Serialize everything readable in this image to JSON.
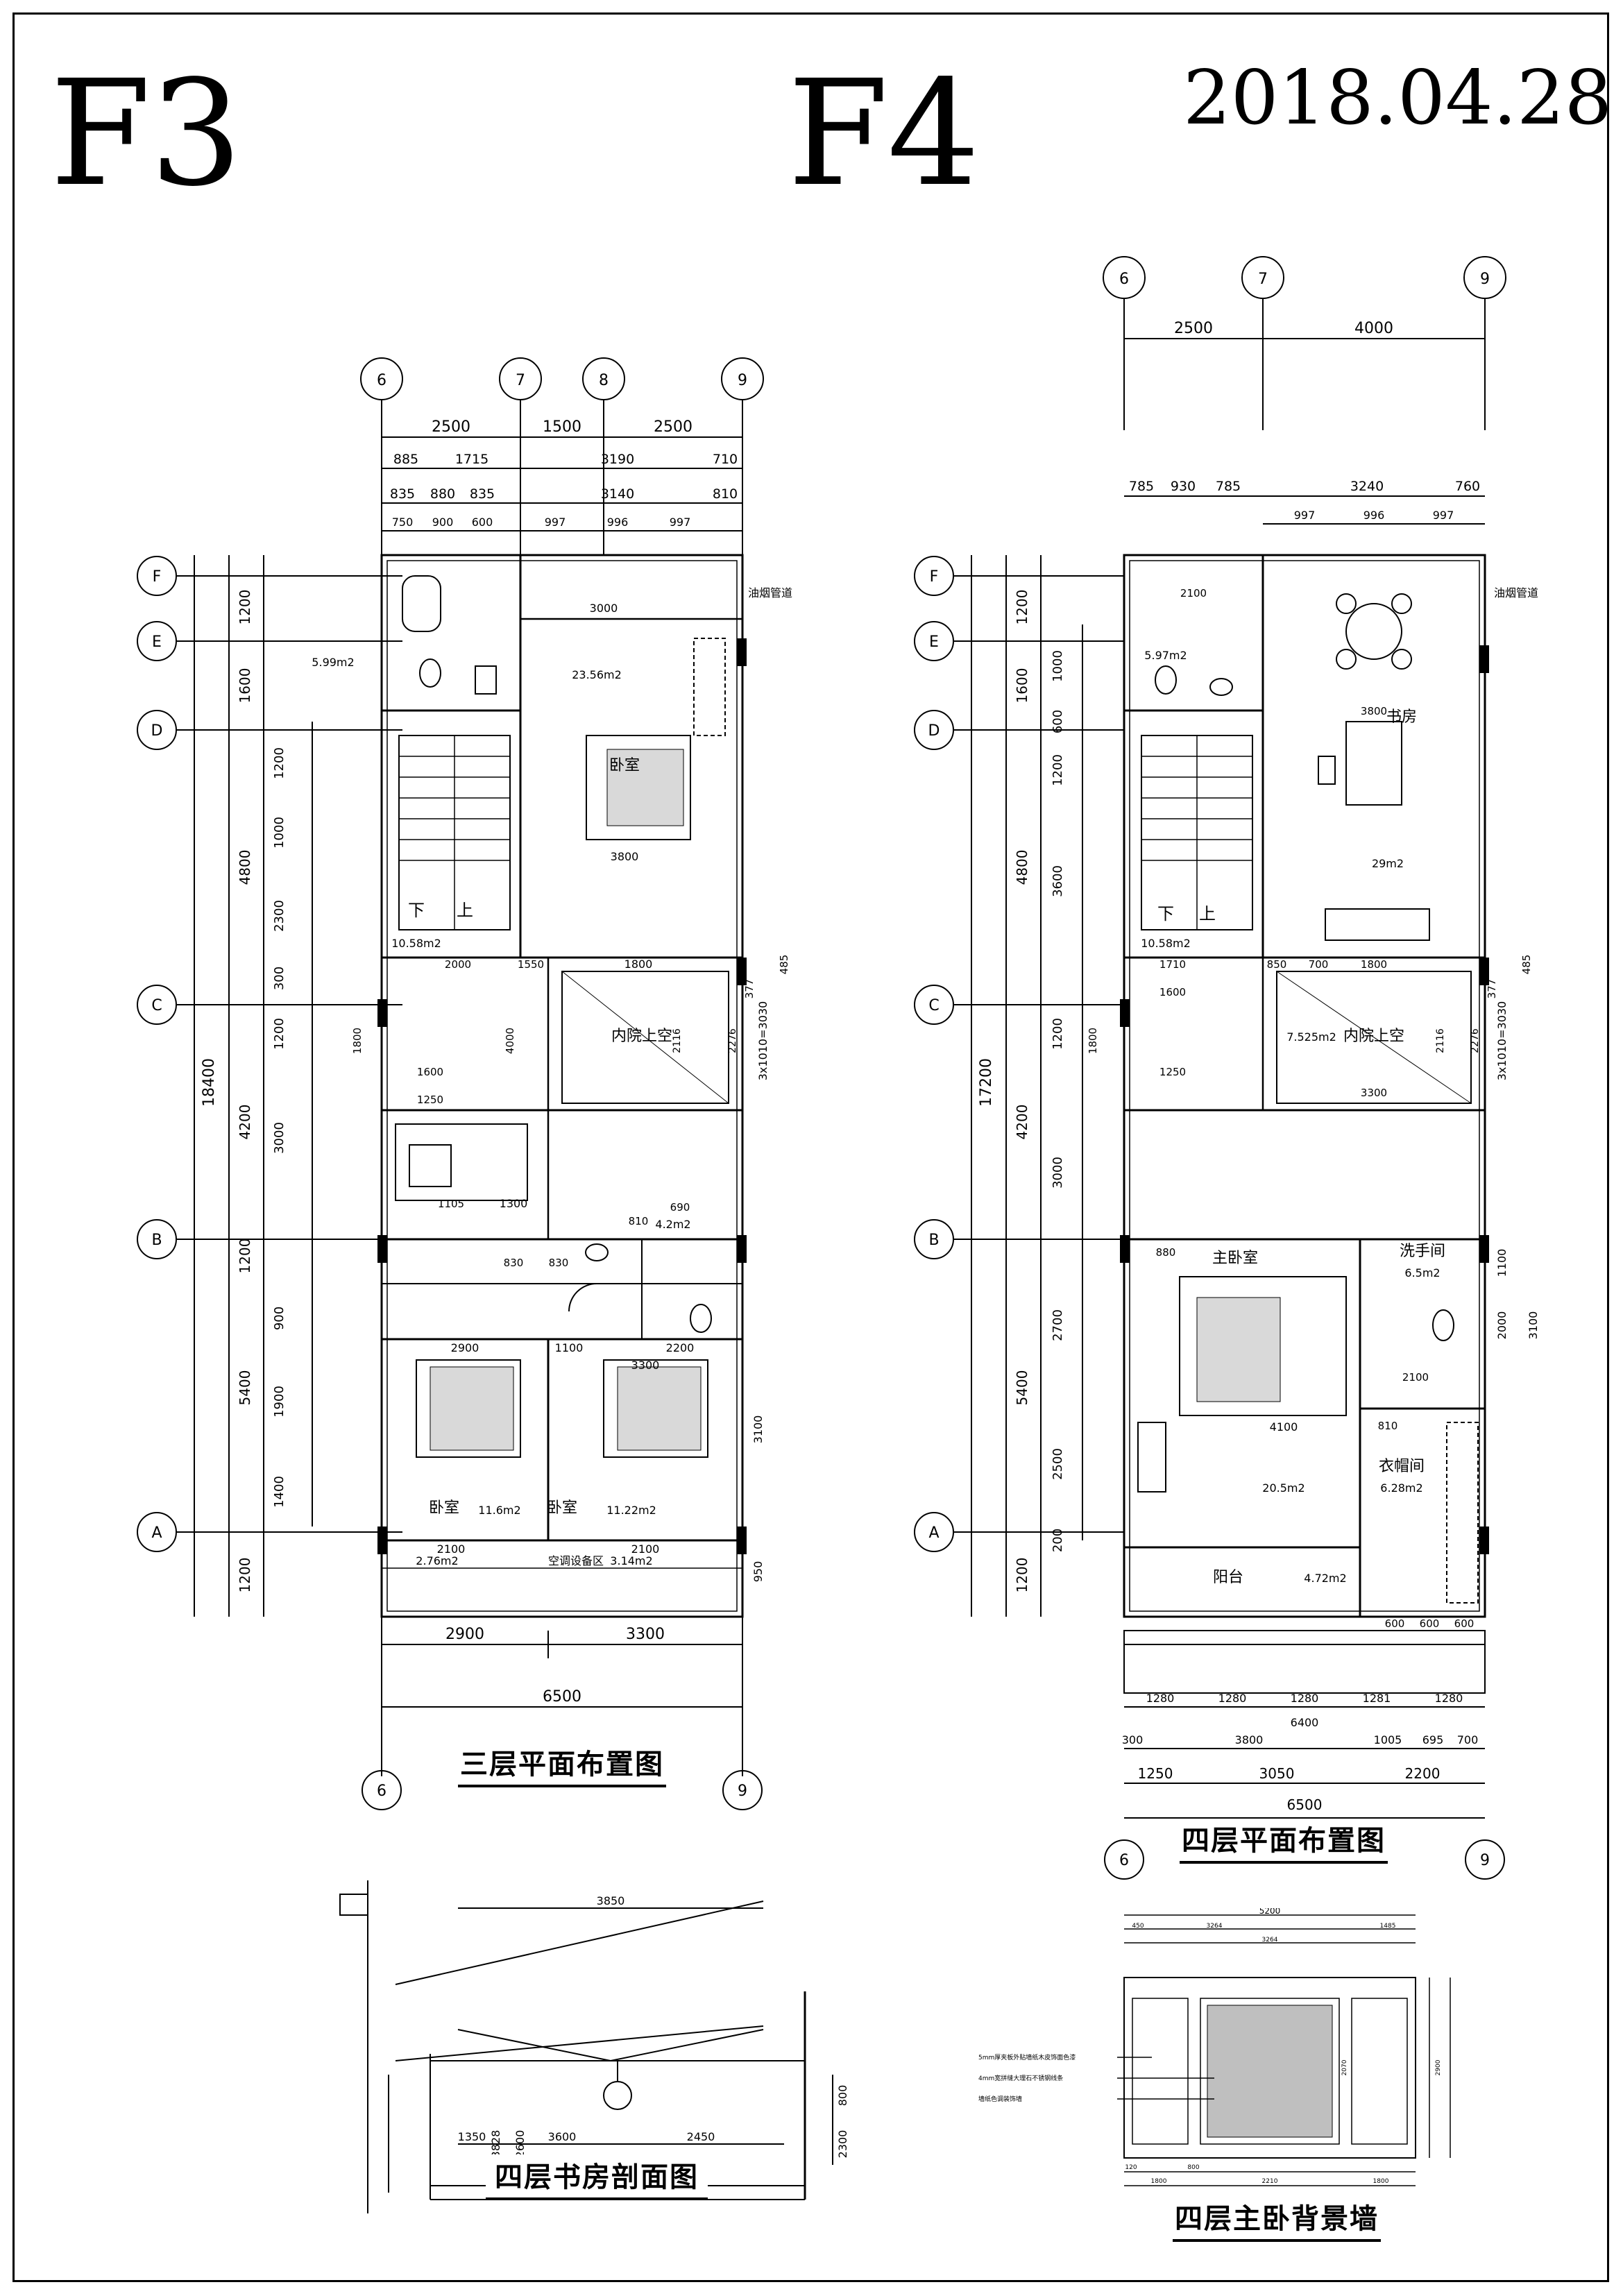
{
  "header": {
    "left_title": "F3",
    "center_title": "F4",
    "date": "2018.04.28"
  },
  "plan3": {
    "caption": "三层平面布置图",
    "axes_top": [
      "6",
      "7",
      "8",
      "9"
    ],
    "axes_bottom": [
      "6",
      "9"
    ],
    "axes_rows": [
      "F",
      "E",
      "D",
      "C",
      "B",
      "A"
    ],
    "dims_top_row1": [
      "2500",
      "1500",
      "2500"
    ],
    "dims_top_row2": [
      "885",
      "1715",
      "3190",
      "710"
    ],
    "dims_top_row3": [
      "835",
      "880",
      "835",
      "3140",
      "810"
    ],
    "dims_top_row4": [
      "750",
      "900",
      "600",
      "997",
      "996",
      "997"
    ],
    "dims_left_outer": [
      "1200",
      "1600",
      "4800",
      "4200",
      "1200",
      "5400",
      "1200"
    ],
    "dims_left_inner": [
      "1200",
      "1000",
      "2300",
      "300",
      "1200",
      "3000",
      "900",
      "1900",
      "1400"
    ],
    "dims_left_total": "18400",
    "dims_bottom": [
      "2900",
      "3300"
    ],
    "dims_bottom_total": "6500",
    "rooms": [
      {
        "name": "卧室",
        "area": "23.56m2"
      },
      {
        "name": "内院上空",
        "area": ""
      },
      {
        "name": "卧室",
        "area": "11.6m2"
      },
      {
        "name": "卧室",
        "area": "11.22m2"
      },
      {
        "name": "",
        "area": "5.99m2"
      },
      {
        "name": "",
        "area": "10.58m2"
      },
      {
        "name": "",
        "area": "4.2m2"
      },
      {
        "name": "",
        "area": "2.76m2"
      },
      {
        "name": "空调设备区",
        "area": "3.14m2"
      }
    ],
    "labels": [
      "油烟管道",
      "下",
      "上",
      "3x1010=3030",
      "3000",
      "3800",
      "1800",
      "2900",
      "1100",
      "2200",
      "3300",
      "2100",
      "2100",
      "950",
      "3100",
      "2116",
      "2276",
      "1300",
      "1105",
      "1550",
      "2000",
      "1250",
      "1600",
      "1800",
      "4000",
      "830",
      "830",
      "810",
      "690",
      "485",
      "377"
    ]
  },
  "plan4": {
    "caption": "四层平面布置图",
    "axes_top": [
      "6",
      "7",
      "9"
    ],
    "axes_bottom": [
      "6",
      "9"
    ],
    "axes_rows": [
      "F",
      "E",
      "D",
      "C",
      "B",
      "A"
    ],
    "dims_top_row1": [
      "2500",
      "4000"
    ],
    "dims_top_row2": [
      "785",
      "930",
      "785",
      "3240",
      "760"
    ],
    "dims_top_row3": [
      "997",
      "996",
      "997"
    ],
    "dims_left_outer": [
      "1200",
      "1600",
      "4800",
      "4200",
      "5400",
      "1200"
    ],
    "dims_left_inner": [
      "1000",
      "600",
      "1200",
      "3600",
      "1200",
      "3000",
      "2700",
      "2500",
      "200"
    ],
    "dims_left_total": "17200",
    "dims_bottom_row1": [
      "1280",
      "1280",
      "1280",
      "1281",
      "1280"
    ],
    "dims_bottom_row1_total": "6400",
    "dims_bottom_row2": [
      "300",
      "3800",
      "1005",
      "695",
      "700"
    ],
    "dims_bottom_row3": [
      "1250",
      "3050",
      "2200"
    ],
    "dims_bottom_total": "6500",
    "rooms": [
      {
        "name": "书房",
        "area": "29m2"
      },
      {
        "name": "内院上空",
        "area": "7.525m2"
      },
      {
        "name": "主卧室",
        "area": "20.5m2"
      },
      {
        "name": "洗手间",
        "area": "6.5m2"
      },
      {
        "name": "衣帽间",
        "area": "6.28m2"
      },
      {
        "name": "阳台",
        "area": "4.72m2"
      },
      {
        "name": "",
        "area": "5.97m2"
      },
      {
        "name": "",
        "area": "10.58m2"
      }
    ],
    "labels": [
      "油烟管道",
      "下",
      "上",
      "3x1010=3030",
      "2100",
      "3800",
      "1800",
      "4100",
      "3300",
      "2100",
      "810",
      "600",
      "600",
      "600",
      "3100",
      "2000",
      "1100",
      "2116",
      "2276",
      "1710",
      "1250",
      "1600",
      "1800",
      "850",
      "700",
      "880",
      "485",
      "377"
    ]
  },
  "section": {
    "caption": "四层书房剖面图",
    "dims": [
      "3850",
      "800",
      "2300",
      "3828",
      "2600",
      "1350",
      "3600",
      "2450"
    ]
  },
  "elevation": {
    "caption": "四层主卧背景墙",
    "dims_top": [
      "5200",
      "450",
      "3264",
      "1485",
      "3264"
    ],
    "notes": [
      "5mm厚夹板外贴墙纸木皮饰面色漆",
      "4mm宽拼缝大理石不锈钢线条",
      "墙纸色调装饰墙"
    ],
    "dims_side": [
      "2900",
      "2070"
    ],
    "dims_bottom": [
      "1800",
      "2210",
      "1800",
      "120",
      "800"
    ]
  }
}
